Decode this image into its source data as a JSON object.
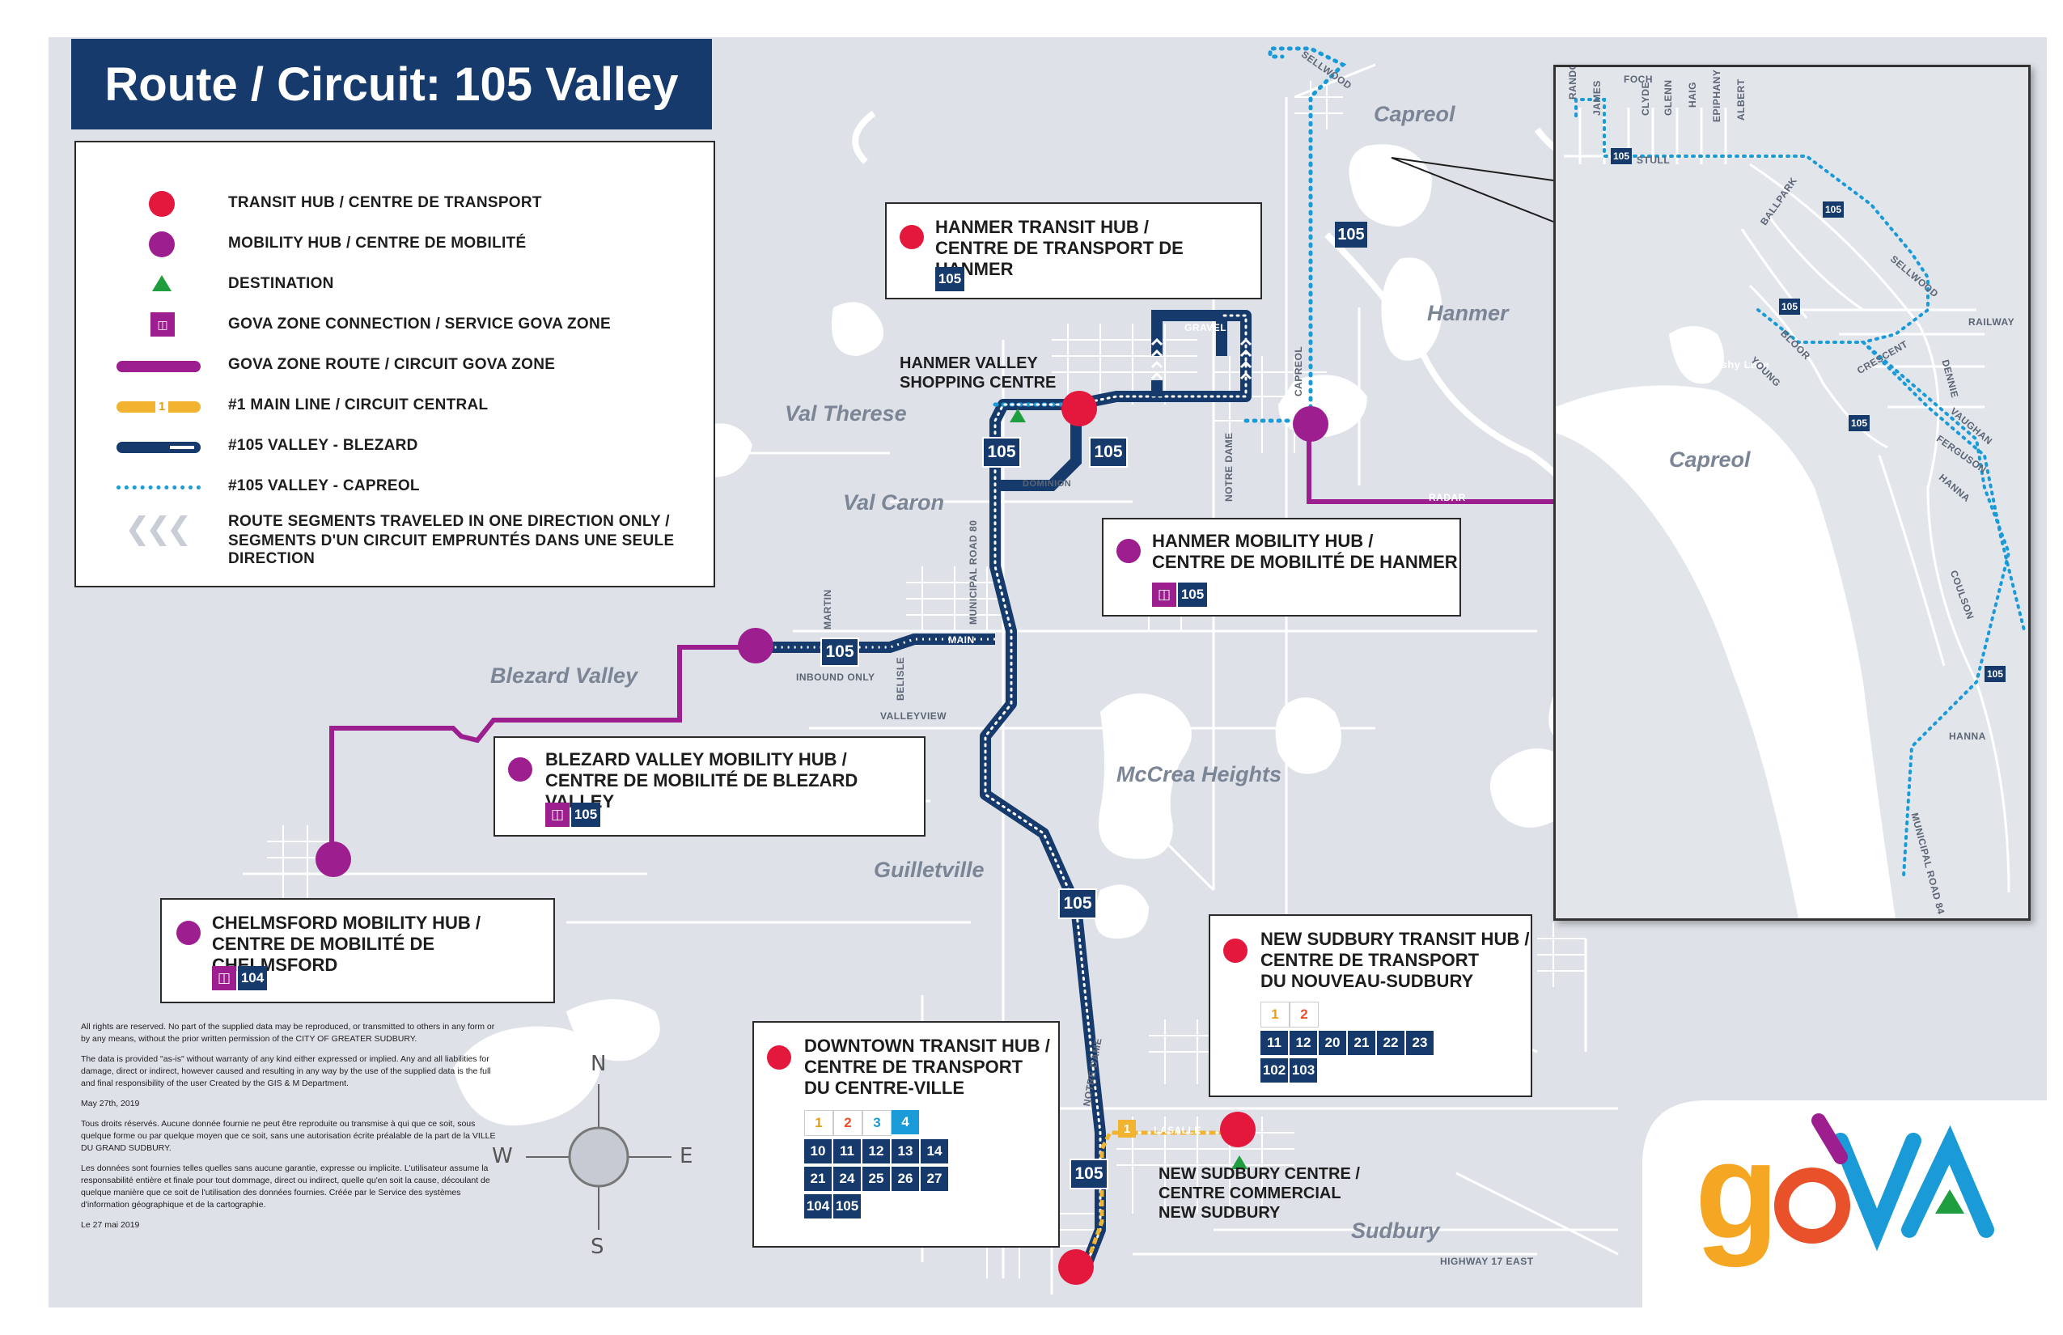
{
  "title": "Route / Circuit: 105 Valley",
  "colors": {
    "route_blezard": "#153a6b",
    "route_capreol": "#1a9bd7",
    "main_line": "#f2b430",
    "gova_zone": "#9c1e8f",
    "transit_hub": "#e4173c",
    "mobility_hub": "#9c1e8f",
    "destination": "#1e9e3e",
    "water": "#ffffff",
    "land": "#dee2e8"
  },
  "legend": [
    {
      "icon": "transit-hub-icon",
      "label": "TRANSIT HUB / CENTRE DE TRANSPORT"
    },
    {
      "icon": "mobility-hub-icon",
      "label": "MOBILITY HUB / CENTRE DE MOBILITÉ"
    },
    {
      "icon": "destination-icon",
      "label": "DESTINATION"
    },
    {
      "icon": "gova-zone-icon",
      "label": "GOVA ZONE CONNECTION / SERVICE GOVA ZONE"
    },
    {
      "icon": "gova-route-icon",
      "label": "GOVA ZONE ROUTE /  CIRCUIT GOVA ZONE"
    },
    {
      "icon": "main-line-icon",
      "label": "#1 MAIN LINE / CIRCUIT CENTRAL",
      "badge": "1"
    },
    {
      "icon": "blezard-route-icon",
      "label": "#105 VALLEY - BLEZARD"
    },
    {
      "icon": "capreol-route-icon",
      "label": "#105 VALLEY - CAPREOL"
    },
    {
      "icon": "one-direction-icon",
      "label_line1": "ROUTE SEGMENTS TRAVELED IN ONE DIRECTION ONLY /",
      "label_line2": "SEGMENTS D'UN CIRCUIT EMPRUNTÉS DANS UNE SEULE DIRECTION"
    }
  ],
  "hubs": {
    "hanmer_transit": {
      "line1": "HANMER TRANSIT HUB /",
      "line2": "CENTRE DE TRANSPORT DE HANMER",
      "routes": [
        "105"
      ]
    },
    "hanmer_mobility": {
      "line1": "HANMER MOBILITY HUB /",
      "line2": "CENTRE DE MOBILITÉ DE HANMER",
      "routes": [
        "105"
      ]
    },
    "blezard_mobility": {
      "line1": "BLEZARD VALLEY MOBILITY HUB /",
      "line2": "CENTRE DE MOBILITÉ DE BLEZARD VALLEY",
      "routes": [
        "105"
      ]
    },
    "chelmsford_mobility": {
      "line1": "CHELMSFORD MOBILITY HUB /",
      "line2": "CENTRE DE MOBILITÉ DE CHELMSFORD",
      "routes": [
        "104"
      ]
    },
    "new_sudbury_transit": {
      "line1": "NEW SUDBURY TRANSIT HUB /",
      "line2": "CENTRE DE TRANSPORT",
      "line3": "DU NOUVEAU-SUDBURY",
      "main_lines": [
        "1",
        "2"
      ],
      "routes_row1": [
        "11",
        "12",
        "20",
        "21",
        "22",
        "23"
      ],
      "routes_row2": [
        "102",
        "103"
      ]
    },
    "downtown_transit": {
      "line1": "DOWNTOWN TRANSIT HUB /",
      "line2": "CENTRE DE TRANSPORT",
      "line3": "DU CENTRE-VILLE",
      "main_lines": [
        "1",
        "2",
        "3",
        "4"
      ],
      "routes_row1": [
        "10",
        "11",
        "12",
        "13",
        "14"
      ],
      "routes_row2": [
        "21",
        "24",
        "25",
        "26",
        "27"
      ],
      "routes_row3": [
        "104",
        "105"
      ]
    }
  },
  "destinations": {
    "hanmer_valley": {
      "line1": "HANMER VALLEY",
      "line2": "SHOPPING CENTRE"
    },
    "new_sudbury_centre": {
      "line1": "NEW SUDBURY CENTRE /",
      "line2": "CENTRE COMMERCIAL",
      "line3": "NEW SUDBURY"
    }
  },
  "places": [
    "Capreol",
    "Hanmer",
    "Val Therese",
    "Val Caron",
    "Blezard Valley",
    "McCrea Heights",
    "Guilletville",
    "Sudbury",
    "Capreol",
    "Marshy Lake"
  ],
  "streets": {
    "sellwood": "SELLWOOD",
    "gravel": "GRAVEL",
    "capreol": "CAPREOL",
    "dominion": "DOMINION",
    "notre_dame": "NOTRE DAME",
    "radar": "RADAR",
    "municipal_road_80": "MUNICIPAL ROAD 80",
    "main": "MAIN",
    "martin": "MARTIN",
    "belisle": "BELISLE",
    "valleyview": "VALLEYVIEW",
    "inbound_only": "INBOUND ONLY",
    "lasalle": "LASALLE",
    "highway17": "HIGHWAY 17 EAST",
    "randolph": "RANDOLPH",
    "james": "JAMES",
    "foch": "FOCH",
    "clyde": "CLYDE",
    "glenn": "GLENN",
    "haig": "HAIG",
    "epiphany": "EPIPHANY",
    "albert": "ALBERT",
    "stull": "STULL",
    "ballpark": "BALLPARK",
    "railway": "RAILWAY",
    "young": "YOUNG",
    "bloor": "BLOOR",
    "crescent": "CRESCENT",
    "dennie": "DENNIE",
    "vaughan": "VAUGHAN",
    "ferguson": "FERGUSON",
    "hanna": "HANNA",
    "coulson": "COULSON",
    "municipal_road_84": "MUNICIPAL ROAD 84"
  },
  "route_badge": "105",
  "main_badge": "1",
  "compass": {
    "n": "N",
    "s": "S",
    "e": "E",
    "w": "W"
  },
  "disclaimer": {
    "en1": "All rights are reserved. No part of the supplied data may be reproduced, or transmitted to others in any form or by any means, without the prior written permission of the CITY OF GREATER SUDBURY.",
    "en2": "The data is provided \"as-is\" without warranty of any kind either expressed or implied. Any and all liabilities for damage, direct or indirect, however caused and resulting in any way by the use of the supplied data is the full and final responsibility of the user Created by the GIS & M Department.",
    "date_en": "May 27th, 2019",
    "fr1": "Tous droits réservés. Aucune donnée fournie ne peut être reproduite ou transmise à qui que ce soit, sous quelque forme ou par quelque moyen que ce soit, sans une autorisation écrite préalable de la part de la VILLE DU GRAND SUDBURY.",
    "fr2": "Les données sont fournies telles quelles sans aucune garantie, expresse ou implicite. L'utilisateur assume la responsabilité entière et finale pour tout dommage, direct ou indirect, quelle qu'en soit la cause, découlant de quelque manière que ce soit de l'utilisation des données fournies. Créée par le Service des systèmes d'information géographique et de la cartographie.",
    "date_fr": "Le 27 mai 2019"
  },
  "logo_text": "goVA"
}
